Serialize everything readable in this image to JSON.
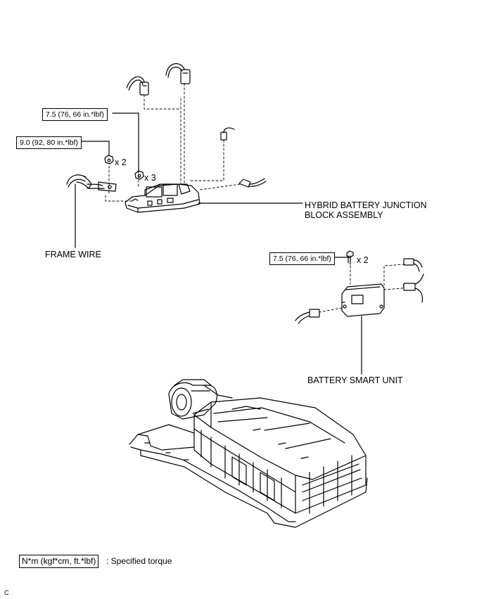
{
  "torque_specs": {
    "upper_nut": "7.5 (76, 66 in.*lbf)",
    "frame_wire_nut": "9.0 (92, 80 in.*lbf)",
    "smart_unit_bolt": "7.5 (76, 66 in.*lbf)"
  },
  "quantities": {
    "frame_wire_nut": "x 2",
    "junction_block_nut": "x 3",
    "smart_unit_bolt": "x 2"
  },
  "labels": {
    "junction_block_line1": "HYBRID BATTERY JUNCTION",
    "junction_block_line2": "BLOCK ASSEMBLY",
    "frame_wire": "FRAME WIRE",
    "battery_smart_unit": "BATTERY SMART UNIT"
  },
  "legend": {
    "unit": "N*m (kgf*cm, ft.*lbf)",
    "description": ": Specified torque"
  },
  "figure_code": "C"
}
